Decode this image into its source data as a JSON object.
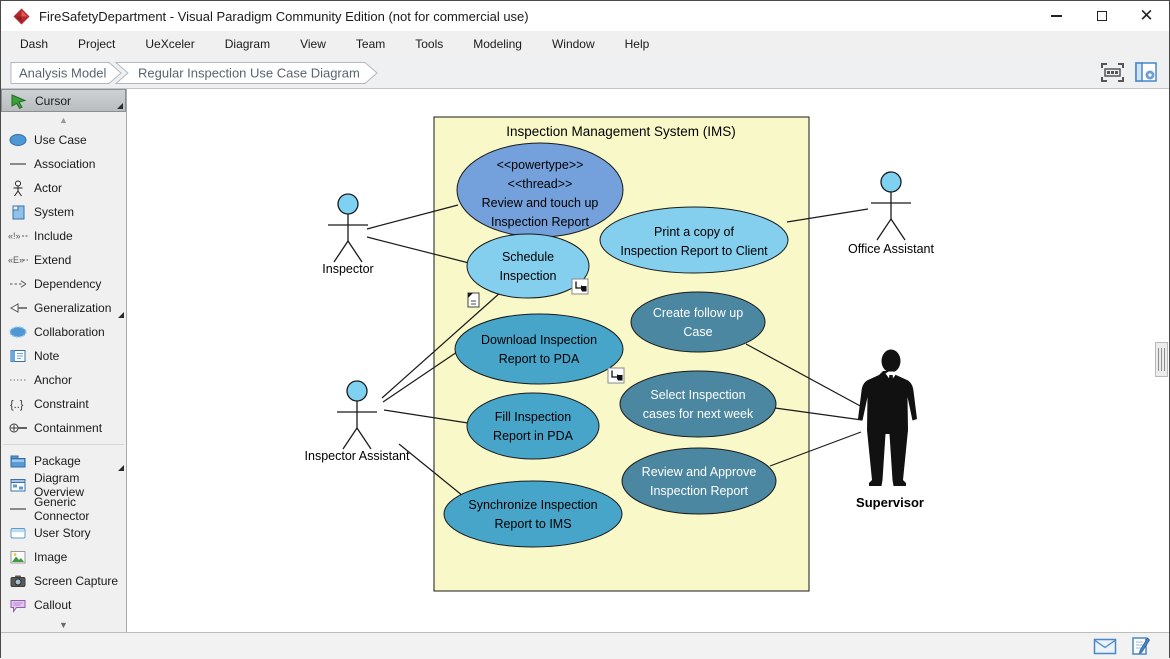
{
  "titlebar": {
    "title": "FireSafetyDepartment - Visual Paradigm Community Edition (not for commercial use)"
  },
  "menu": {
    "items": [
      {
        "label": "Dash"
      },
      {
        "label": "Project"
      },
      {
        "label": "UeXceler"
      },
      {
        "label": "Diagram"
      },
      {
        "label": "View"
      },
      {
        "label": "Team"
      },
      {
        "label": "Tools"
      },
      {
        "label": "Modeling"
      },
      {
        "label": "Window"
      },
      {
        "label": "Help"
      }
    ]
  },
  "breadcrumb": {
    "items": [
      {
        "label": "Analysis Model"
      },
      {
        "label": "Regular Inspection Use Case Diagram"
      }
    ]
  },
  "palette": {
    "selected": "Cursor",
    "items": [
      {
        "label": "Cursor"
      },
      {
        "label": "Use Case"
      },
      {
        "label": "Association"
      },
      {
        "label": "Actor"
      },
      {
        "label": "System"
      },
      {
        "label": "Include"
      },
      {
        "label": "Extend"
      },
      {
        "label": "Dependency"
      },
      {
        "label": "Generalization"
      },
      {
        "label": "Collaboration"
      },
      {
        "label": "Note"
      },
      {
        "label": "Anchor"
      },
      {
        "label": "Constraint"
      },
      {
        "label": "Containment"
      },
      {
        "label": "Package"
      },
      {
        "label": "Diagram Overview"
      },
      {
        "label": "Generic Connector"
      },
      {
        "label": "User Story"
      },
      {
        "label": "Image"
      },
      {
        "label": "Screen Capture"
      },
      {
        "label": "Callout"
      }
    ]
  },
  "diagram": {
    "system_boundary": {
      "title": "Inspection Management System (IMS)",
      "fill": "#f8f8c9",
      "border": "#1a1a1a"
    },
    "use_cases": [
      {
        "id": "review-touchup",
        "fill": "#74a1db",
        "lines": [
          "<<powertype>>",
          "<<thread>>",
          "Review and touch up",
          "Inspection Report"
        ]
      },
      {
        "id": "print-copy",
        "fill": "#84ceee",
        "lines": [
          "Print a copy of",
          "Inspection Report to Client"
        ]
      },
      {
        "id": "schedule-inspection",
        "fill": "#84ceee",
        "lines": [
          "Schedule",
          "Inspection"
        ]
      },
      {
        "id": "create-followup",
        "fill": "#4c87a1",
        "text_color": "#ffffff",
        "lines": [
          "Create follow up",
          "Case"
        ]
      },
      {
        "id": "download-report",
        "fill": "#47a5ca",
        "lines": [
          "Download Inspection",
          "Report to PDA"
        ]
      },
      {
        "id": "select-cases",
        "fill": "#4c87a1",
        "text_color": "#ffffff",
        "lines": [
          "Select Inspection",
          "cases for next week"
        ]
      },
      {
        "id": "fill-report",
        "fill": "#47a5ca",
        "lines": [
          "Fill Inspection",
          "Report in PDA"
        ]
      },
      {
        "id": "review-approve",
        "fill": "#4c87a1",
        "text_color": "#ffffff",
        "lines": [
          "Review and Approve",
          "Inspection Report"
        ]
      },
      {
        "id": "synchronize-report",
        "fill": "#47a5ca",
        "lines": [
          "Synchronize Inspection",
          "Report to IMS"
        ]
      }
    ],
    "actors": [
      {
        "label": "Inspector",
        "head_fill": "#7fd1f2"
      },
      {
        "label": "Office Assistant",
        "head_fill": "#7fd1f2"
      },
      {
        "label": "Inspector Assistant",
        "head_fill": "#7fd1f2"
      },
      {
        "label": "Supervisor",
        "style": "business-silhouette"
      }
    ]
  },
  "colors": {
    "menu_bg": "#f0f0f0",
    "accent_blue": "#4a86c8",
    "logo_red": "#b5272d"
  }
}
